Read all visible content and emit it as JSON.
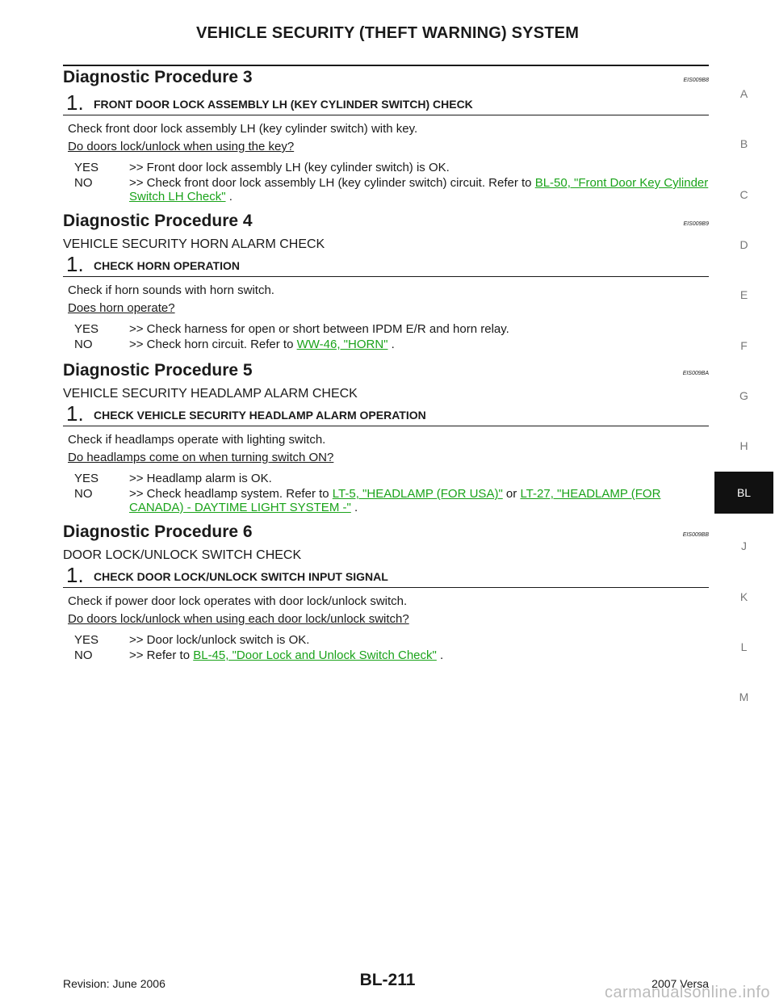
{
  "header": {
    "title": "VEHICLE SECURITY (THEFT WARNING) SYSTEM"
  },
  "procedures": [
    {
      "title": "Diagnostic Procedure 3",
      "code": "EIS009B8",
      "intro": "",
      "step_num": "1.",
      "step_title": "FRONT DOOR LOCK ASSEMBLY LH (KEY CYLINDER SWITCH) CHECK",
      "check": "Check front door lock assembly LH (key cylinder switch) with key.",
      "question": "Do doors lock/unlock when using the key?",
      "yes_key": "YES",
      "yes_text": ">> Front door lock assembly LH (key cylinder switch) is OK.",
      "no_key": "NO",
      "no_text": ">> Check front door lock assembly LH (key cylinder switch) circuit. Refer to",
      "no_link": "BL-50, \"Front Door Key Cylinder Switch LH Check\"",
      "no_link2": "",
      "no_tail": " ."
    },
    {
      "title": "Diagnostic Procedure 4",
      "code": "EIS009B9",
      "intro": "VEHICLE SECURITY HORN ALARM CHECK",
      "step_num": "1.",
      "step_title": "CHECK HORN OPERATION",
      "check": "Check if horn sounds with horn switch.",
      "question": "Does horn operate?",
      "yes_key": "YES",
      "yes_text": ">> Check harness for open or short between IPDM E/R and horn relay.",
      "no_key": "NO",
      "no_text": ">> Check horn circuit. Refer to",
      "no_link": "WW-46, \"HORN\"",
      "no_link2": "",
      "no_tail": " ."
    },
    {
      "title": "Diagnostic Procedure 5",
      "code": "EIS009BA",
      "intro": "VEHICLE SECURITY HEADLAMP ALARM CHECK",
      "step_num": "1.",
      "step_title": "CHECK VEHICLE SECURITY HEADLAMP ALARM OPERATION",
      "check": "Check if headlamps operate with lighting switch.",
      "question": "Do headlamps come on when turning switch ON?",
      "yes_key": "YES",
      "yes_text": ">> Headlamp alarm is OK.",
      "no_key": "NO",
      "no_text": ">> Check headlamp system. Refer to",
      "no_link": "LT-5, \"HEADLAMP (FOR USA)\"",
      "no_mid": "  or ",
      "no_link2": "LT-27, \"HEADLAMP (FOR CANADA) - DAYTIME LIGHT SYSTEM -\"",
      "no_tail": " ."
    },
    {
      "title": "Diagnostic Procedure 6",
      "code": "EIS009BB",
      "intro": "DOOR LOCK/UNLOCK SWITCH CHECK",
      "step_num": "1.",
      "step_title": "CHECK DOOR LOCK/UNLOCK SWITCH INPUT SIGNAL",
      "check": "Check if power door lock operates with door lock/unlock switch.",
      "question": "Do doors lock/unlock when using each door lock/unlock switch?",
      "yes_key": "YES",
      "yes_text": ">> Door lock/unlock switch is OK.",
      "no_key": "NO",
      "no_text": ">> Refer to",
      "no_link": "BL-45, \"Door Lock and Unlock Switch Check\"",
      "no_link2": "",
      "no_tail": " ."
    }
  ],
  "side_tabs": [
    "A",
    "B",
    "C",
    "D",
    "E",
    "F",
    "G",
    "H",
    "BL",
    "J",
    "K",
    "L",
    "M"
  ],
  "active_tab": "BL",
  "footer": {
    "revision": "Revision: June 2006",
    "page": "BL-211",
    "model": "2007 Versa"
  },
  "watermark": "carmanualsonline.info",
  "colors": {
    "link": "#1aa31a",
    "active_tab_bg": "#111111"
  }
}
